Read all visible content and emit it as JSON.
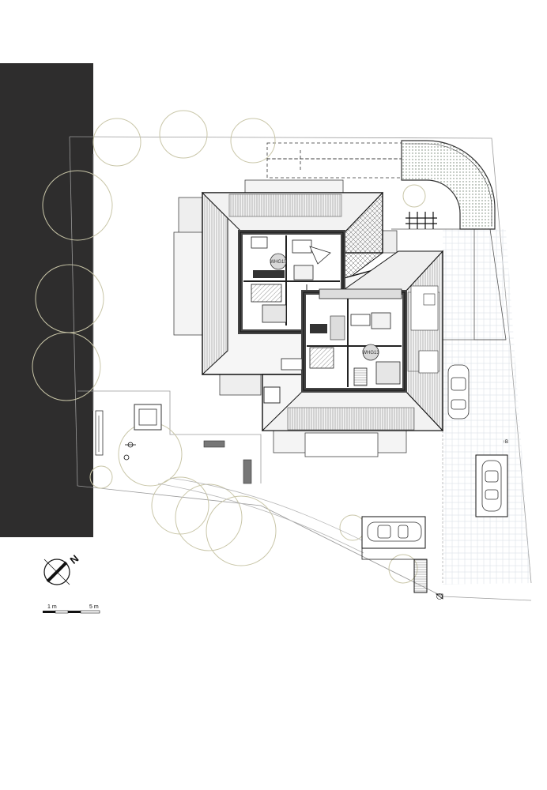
{
  "plan": {
    "units": [
      {
        "label": "WHG15"
      },
      {
        "label": "WHG13"
      }
    ],
    "north_letter": "N",
    "scale": {
      "label_start": "1 m",
      "label_end": "5 m"
    },
    "marker_text": "↑B"
  }
}
